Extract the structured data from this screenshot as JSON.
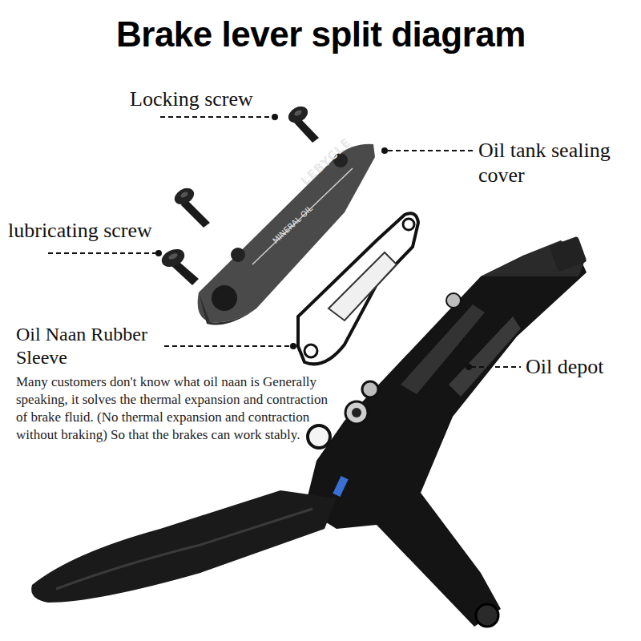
{
  "diagram": {
    "title": "Brake lever split diagram",
    "labels": [
      "Locking screw",
      "Oil tank sealing cover",
      "lubricating screw",
      "Oil Naan Rubber Sleeve",
      "Many customers don't know what oil naan is Generally speaking, it solves the thermal expansion and contraction of brake fluid. (No thermal expansion and contraction without braking) So that the brakes can work stably.",
      "Oil depot",
      "LEBYCLE",
      "MINERAL OIL"
    ]
  }
}
